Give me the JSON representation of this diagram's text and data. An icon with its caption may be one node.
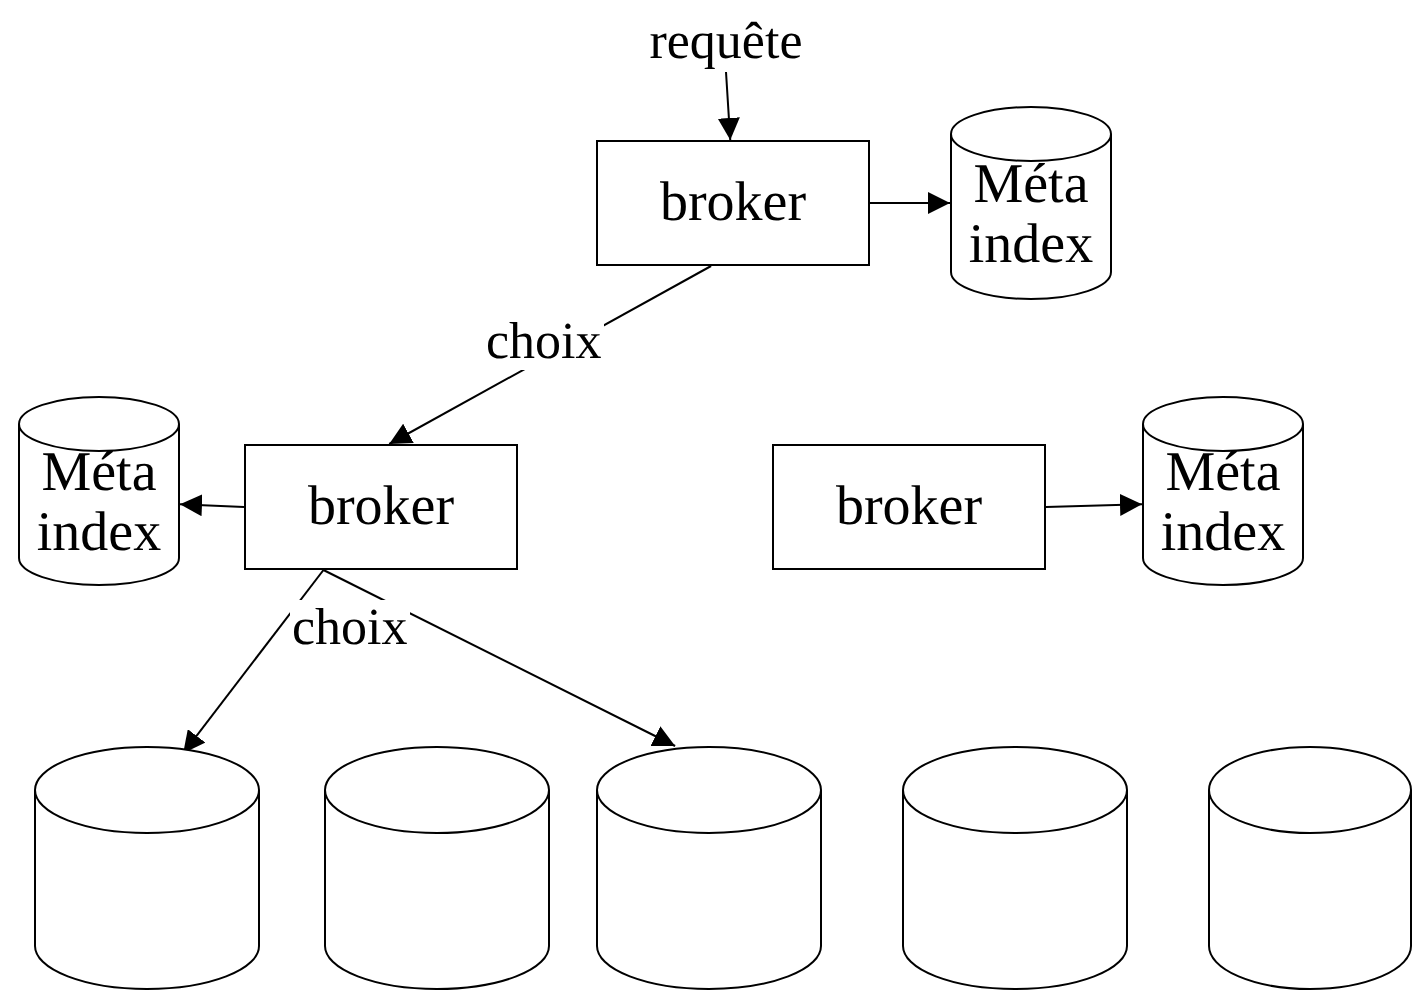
{
  "diagram": {
    "nodes": [
      {
        "text": [
          "requête"
        ]
      },
      {
        "text": [
          "broker"
        ]
      },
      {
        "text": [
          "Méta index"
        ]
      },
      {
        "text": [
          "broker"
        ]
      },
      {
        "text": [
          "Méta index"
        ]
      },
      {
        "text": [
          "broker"
        ]
      },
      {
        "text": [
          "Méta index"
        ]
      },
      {
        "text": [],
        "shape": "cylinder"
      },
      {
        "text": [],
        "shape": "cylinder"
      },
      {
        "text": [],
        "shape": "cylinder"
      },
      {
        "text": [],
        "shape": "cylinder"
      },
      {
        "text": [],
        "shape": "cylinder"
      }
    ],
    "edges": [
      {
        "from": 0,
        "to": 1,
        "arrow": "to"
      },
      {
        "from": 1,
        "to": 2,
        "arrow": "to"
      },
      {
        "from": 1,
        "to": 3,
        "arrow": "to",
        "label": "choix"
      },
      {
        "from": 3,
        "to": 4,
        "arrow": "to"
      },
      {
        "from": 5,
        "to": 6,
        "arrow": "to"
      },
      {
        "from": 3,
        "to": 7,
        "arrow": "to",
        "label": "choix"
      },
      {
        "from": 3,
        "to": 9,
        "arrow": "to"
      }
    ]
  }
}
